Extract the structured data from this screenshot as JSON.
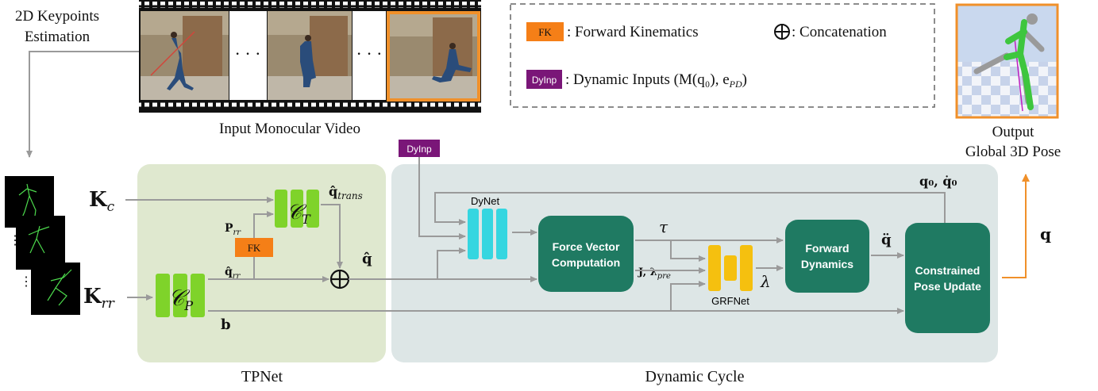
{
  "labels": {
    "keypoints_line1": "2D Keypoints",
    "keypoints_line2": "Estimation",
    "input_video": "Input Monocular Video",
    "ellipsis": "· · ·",
    "tpnet": "TPNet",
    "dynamic_cycle": "Dynamic Cycle",
    "output_line1": "Output",
    "output_line2": "Global 3D Pose"
  },
  "legend": {
    "fk_badge": "FK",
    "fk_text": ": Forward Kinematics",
    "concat_text": ": Concatenation",
    "dyninp_badge": "DyInp",
    "dyninp_text_prefix": ": Dynamic Inputs (",
    "dyninp_text_math": "M(q₀), e",
    "dyninp_text_sub": "PD",
    "dyninp_text_suffix": ")"
  },
  "symbols": {
    "kc_main": "K",
    "kc_sub": "c",
    "krr_main": "K",
    "krr_sub": "rr",
    "ct_main": "𝒞",
    "ct_sub": "T",
    "cp_main": "𝒞",
    "cp_sub": "P",
    "qtrans_main": "q̂",
    "qtrans_sub": "trans",
    "qrr_main": "q̂",
    "qrr_sub": "rr",
    "prr_main": "P",
    "prr_sub": "rr",
    "qhat": "q̂",
    "b": "b",
    "tau": "τ",
    "j_lambda": "J, λ",
    "lambda_sub": "pre",
    "lambda": "λ",
    "qddot": "q̈",
    "q0qd0": "q₀, q̇₀",
    "q_out": "q",
    "fk_badge": "FK",
    "dyninp_badge": "DyInp"
  },
  "blocks": {
    "dynet": "DyNet",
    "grfnet": "GRFNet",
    "force_line1": "Force Vector",
    "force_line2": "Computation",
    "fwd_line1": "Forward",
    "fwd_line2": "Dynamics",
    "cpu_line1": "Constrained",
    "cpu_line2": "Pose Update"
  },
  "colors": {
    "tpnet_bg": "#dfe8cf",
    "dyn_bg": "#dde6e6",
    "green_block": "#7fd32a",
    "cyan_block": "#35d6e0",
    "yellow_block": "#f5c00f",
    "teal_box": "#1f7a62",
    "fk_orange": "#f57f17",
    "dyninp_purple": "#7a1678",
    "orange_border": "#f0902a"
  }
}
